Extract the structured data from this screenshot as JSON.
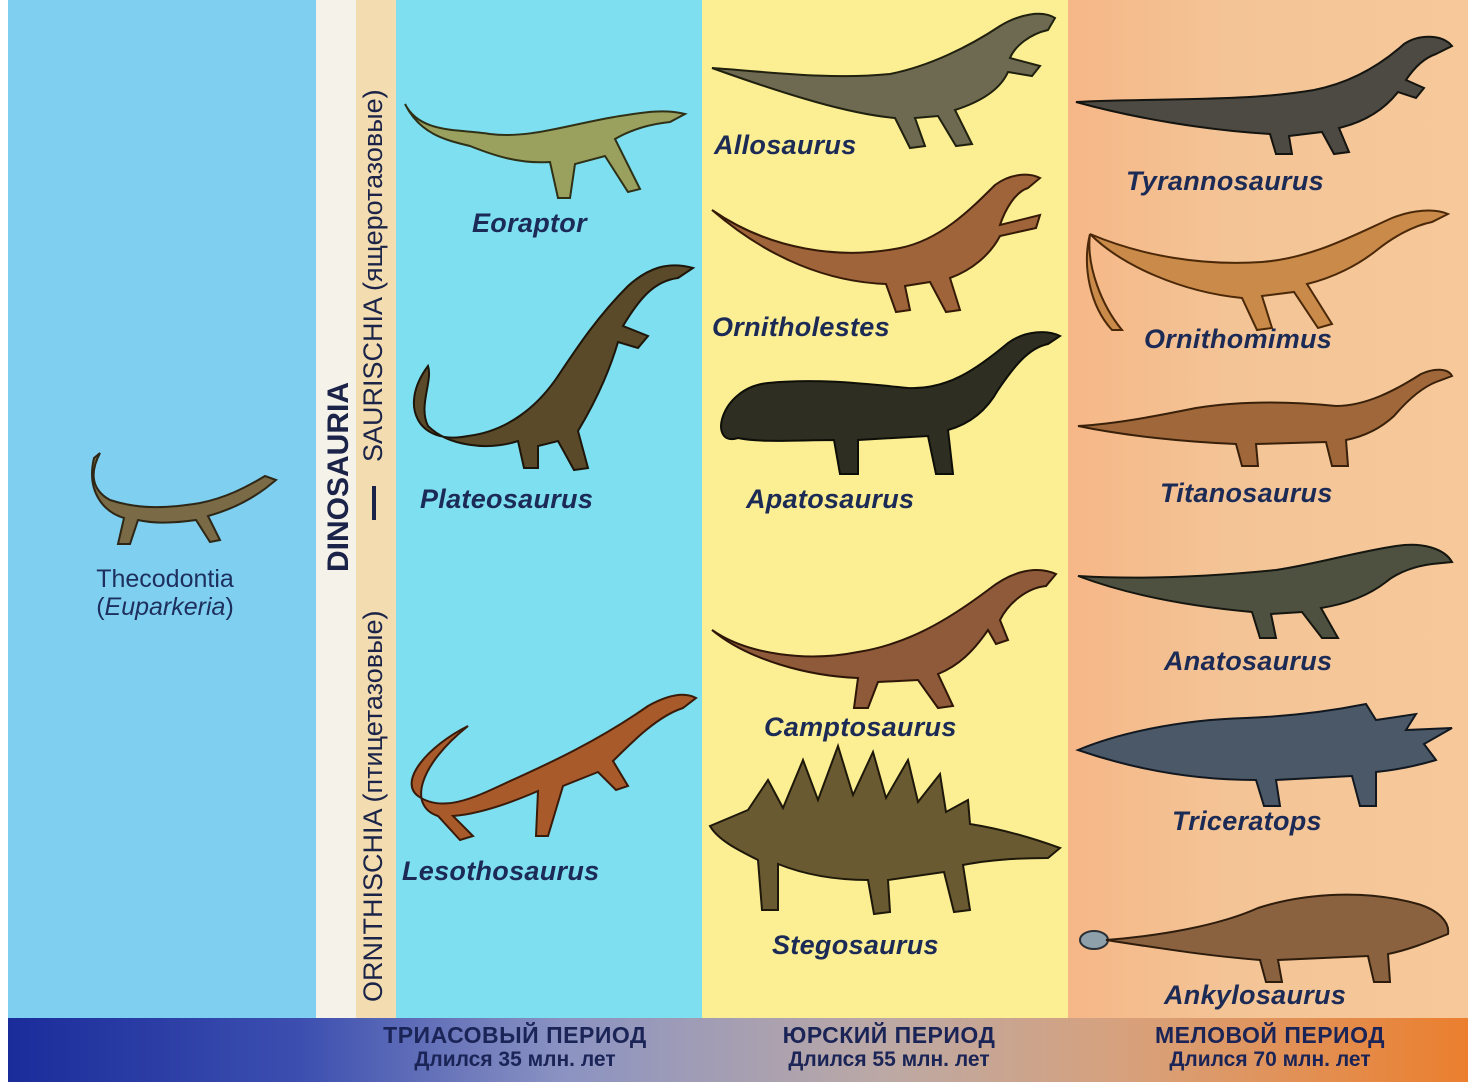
{
  "thecodontia": {
    "name": "Thecodontia",
    "example": "Euparkeria"
  },
  "groups": {
    "dinosauria": "DINOSAURIA",
    "saurischia": "SAURISCHIA (ящеротазовые)",
    "ornithischia": "ORNITHISCHIA (птицетазовые)"
  },
  "dinosaurs": {
    "eoraptor": "Eoraptor",
    "plateosaurus": "Plateosaurus",
    "lesothosaurus": "Lesothosaurus",
    "allosaurus": "Allosaurus",
    "ornitholestes": "Ornitholestes",
    "apatosaurus": "Apatosaurus",
    "camptosaurus": "Camptosaurus",
    "stegosaurus": "Stegosaurus",
    "tyrannosaurus": "Tyrannosaurus",
    "ornithomimus": "Ornithomimus",
    "titanosaurus": "Titanosaurus",
    "anatosaurus": "Anatosaurus",
    "triceratops": "Triceratops",
    "ankylosaurus": "Ankylosaurus"
  },
  "periods": [
    {
      "name": "ТРИАСОВЫЙ ПЕРИОД",
      "duration": "Длился 35 млн. лет"
    },
    {
      "name": "ЮРСКИЙ ПЕРИОД",
      "duration": "Длился 55 млн. лет"
    },
    {
      "name": "МЕЛОВОЙ ПЕРИОД",
      "duration": "Длился 70 млн. лет"
    }
  ],
  "colors": {
    "thecodont_bg": "#7fcff0",
    "triassic_bg": "#7ddff0",
    "jurassic_bg": "#fbee93",
    "cretaceous_bg": "#f6b787",
    "label_text": "#1c2b56"
  }
}
